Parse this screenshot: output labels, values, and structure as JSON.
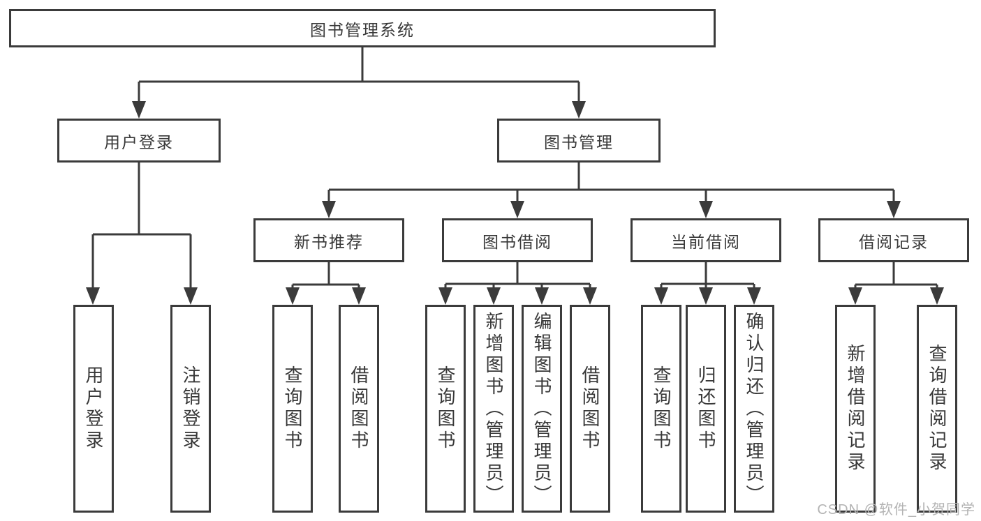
{
  "nodes": {
    "root": "图书管理系统",
    "user_login": "用户登录",
    "book_mgmt": "图书管理",
    "new_book_rec": "新书推荐",
    "book_borrow": "图书借阅",
    "current_borrow": "当前借阅",
    "borrow_records": "借阅记录",
    "leaves": {
      "user_login": [
        "用户登录",
        "注销登录"
      ],
      "new_book_rec": [
        "查询图书",
        "借阅图书"
      ],
      "book_borrow": [
        "查询图书",
        "新增图书（管理员）",
        "编辑图书（管理员）",
        "借阅图书"
      ],
      "current_borrow": [
        "查询图书",
        "归还图书",
        "确认归还（管理员）"
      ],
      "borrow_records": [
        "新增借阅记录",
        "查询借阅记录"
      ]
    }
  },
  "watermark": {
    "text": "CSDN @软件_小贺同学"
  },
  "colors": {
    "line": "#3b3b3b",
    "text": "#383838",
    "watermark": "#b3b3b3",
    "background": "#ffffff"
  }
}
